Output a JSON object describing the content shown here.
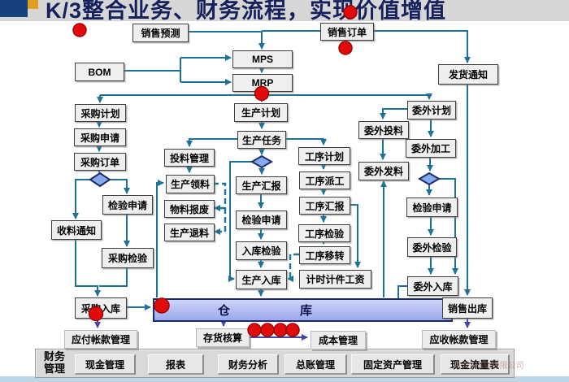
{
  "header": {
    "title": "K/3整合业务、财务流程，实现价值增值"
  },
  "nodes": {
    "sales_forecast": "销售预测",
    "sales_order": "销售订单",
    "bom": "BOM",
    "mps": "MPS",
    "mrp": "MRP",
    "delivery_notice": "发货通知",
    "purchase_plan": "采购计划",
    "purchase_request": "采购申请",
    "purchase_order": "采购订单",
    "inspection_request_purchase": "检验申请",
    "receiving_notice": "收料通知",
    "purchase_inspection": "采购检验",
    "purchase_warehouse_in": "采购入库",
    "feeding_management": "投料管理",
    "production_picking": "生产领料",
    "material_scrap": "物料报废",
    "production_return": "生产退料",
    "production_plan": "生产计划",
    "production_task": "生产任务",
    "production_report": "生产汇报",
    "inspection_request_production": "检验申请",
    "warehouse_in_inspection": "入库检验",
    "production_warehouse_in": "生产入库",
    "process_plan": "工序计划",
    "process_dispatch": "工序派工",
    "process_report": "工序汇报",
    "process_inspection": "工序检验",
    "process_transfer": "工序移转",
    "time_piece_wage": "计时计件工资",
    "outsourcing_plan": "委外计划",
    "outsourcing_feeding": "委外投料",
    "outsourcing_processing": "委外加工",
    "outsourcing_issue": "委外发料",
    "inspection_request_outsourcing": "检验申请",
    "outsourcing_inspection": "委外检验",
    "outsourcing_warehouse_in": "委外入库",
    "warehouse": "仓库",
    "sales_warehouse_out": "销售出库",
    "ap_management": "应付帐款管理",
    "inventory_accounting": "存货核算",
    "cost_management": "成本管理",
    "ar_management": "应收帐款管理"
  },
  "finance_bar": {
    "label_line1": "财务",
    "label_line2": "管理",
    "items": [
      "现金管理",
      "报表",
      "财务分析",
      "总账管理",
      "固定资产管理",
      "现金流量表"
    ]
  },
  "watermark": "软件(中国)有限公司",
  "colors": {
    "connector_teal": "#1d7297",
    "connector_navy": "#4646a6",
    "accent_red": "#e10b0b",
    "warehouse_fill": "#aab4f0",
    "header_navy": "#16407e",
    "header_gold": "#e09f1f"
  }
}
